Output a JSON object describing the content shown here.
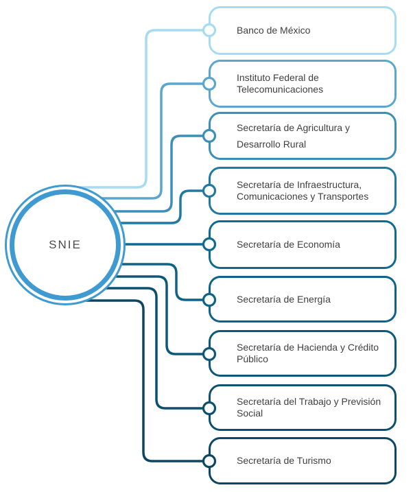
{
  "hub": {
    "label": "SNIE",
    "color": "#3f9ad2",
    "text_color": "#4a4a4a"
  },
  "nodes": {
    "items": [
      {
        "label": "Banco de México",
        "color": "#a6dbf2"
      },
      {
        "label": "Instituto Federal de Telecomunicaciones",
        "color": "#5aa6cd"
      },
      {
        "label": "Secretaría de Agricultura  y Desarrollo Rural",
        "color": "#3c8fb7"
      },
      {
        "label": "Secretaría de Infraestructura, Comunicaciones y Transportes",
        "color": "#2179a2"
      },
      {
        "label": "Secretaría de Economía",
        "color": "#0f6a92"
      },
      {
        "label": "Secretaría de Energía",
        "color": "#0e6187"
      },
      {
        "label": "Secretaría de Hacienda y Crédito Público",
        "color": "#0d5779"
      },
      {
        "label": "Secretaría del Trabajo y Previsión Social",
        "color": "#0c4f6e"
      },
      {
        "label": "Secretaría de Turismo",
        "color": "#0b4663"
      }
    ],
    "text_color": "#404040",
    "background": "#ffffff"
  }
}
